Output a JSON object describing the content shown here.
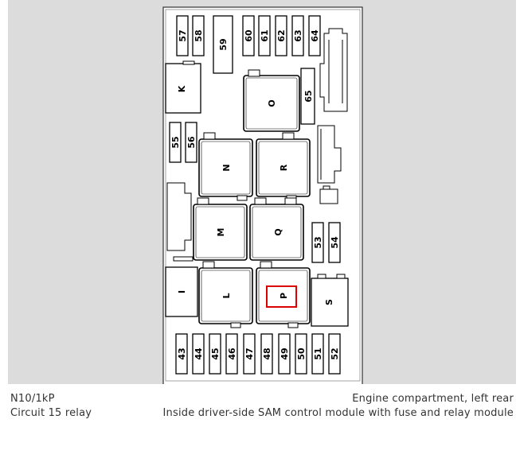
{
  "caption": {
    "component_code": "N10/1kP",
    "component_name": "Circuit 15 relay",
    "location_line1": "Engine compartment, left rear",
    "location_line2": "Inside driver-side SAM control module with fuse and relay module"
  },
  "diagram": {
    "fuses_top": [
      "57",
      "58",
      "59",
      "60",
      "61",
      "62",
      "63",
      "64"
    ],
    "fuse_65": "65",
    "fuses_mid_left": [
      "55",
      "56"
    ],
    "fuses_mid_right": [
      "53",
      "54"
    ],
    "fuses_bottom": [
      "43",
      "44",
      "45",
      "46",
      "47",
      "48",
      "49",
      "50",
      "51",
      "52"
    ],
    "relays": {
      "K": "K",
      "O": "O",
      "N": "N",
      "R": "R",
      "M": "M",
      "Q": "Q",
      "I": "I",
      "L": "L",
      "P": "P",
      "S": "S"
    },
    "highlight_color": "#dd0000",
    "highlighted_relay": "P"
  }
}
